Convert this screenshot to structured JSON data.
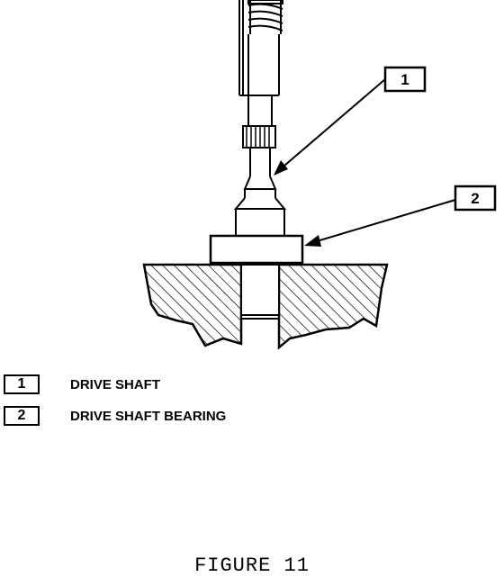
{
  "callouts": [
    {
      "number": "1"
    },
    {
      "number": "2"
    }
  ],
  "legend": [
    {
      "number": "1",
      "label": "DRIVE SHAFT"
    },
    {
      "number": "2",
      "label": "DRIVE SHAFT BEARING"
    }
  ],
  "caption": "FIGURE  11"
}
